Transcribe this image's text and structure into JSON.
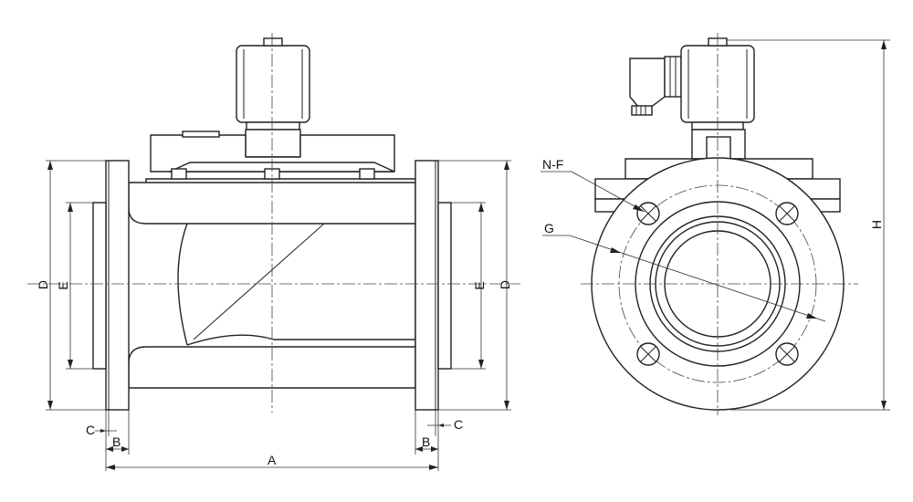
{
  "diagram": {
    "front_view": {
      "labels": {
        "d_left": "D",
        "e_left": "E",
        "e_right": "E",
        "d_right": "D",
        "c_left": "C",
        "b_left": "B",
        "b_right": "B",
        "c_right": "C",
        "a": "A"
      }
    },
    "side_view": {
      "labels": {
        "nf": "N-F",
        "g": "G",
        "h": "H"
      }
    }
  }
}
